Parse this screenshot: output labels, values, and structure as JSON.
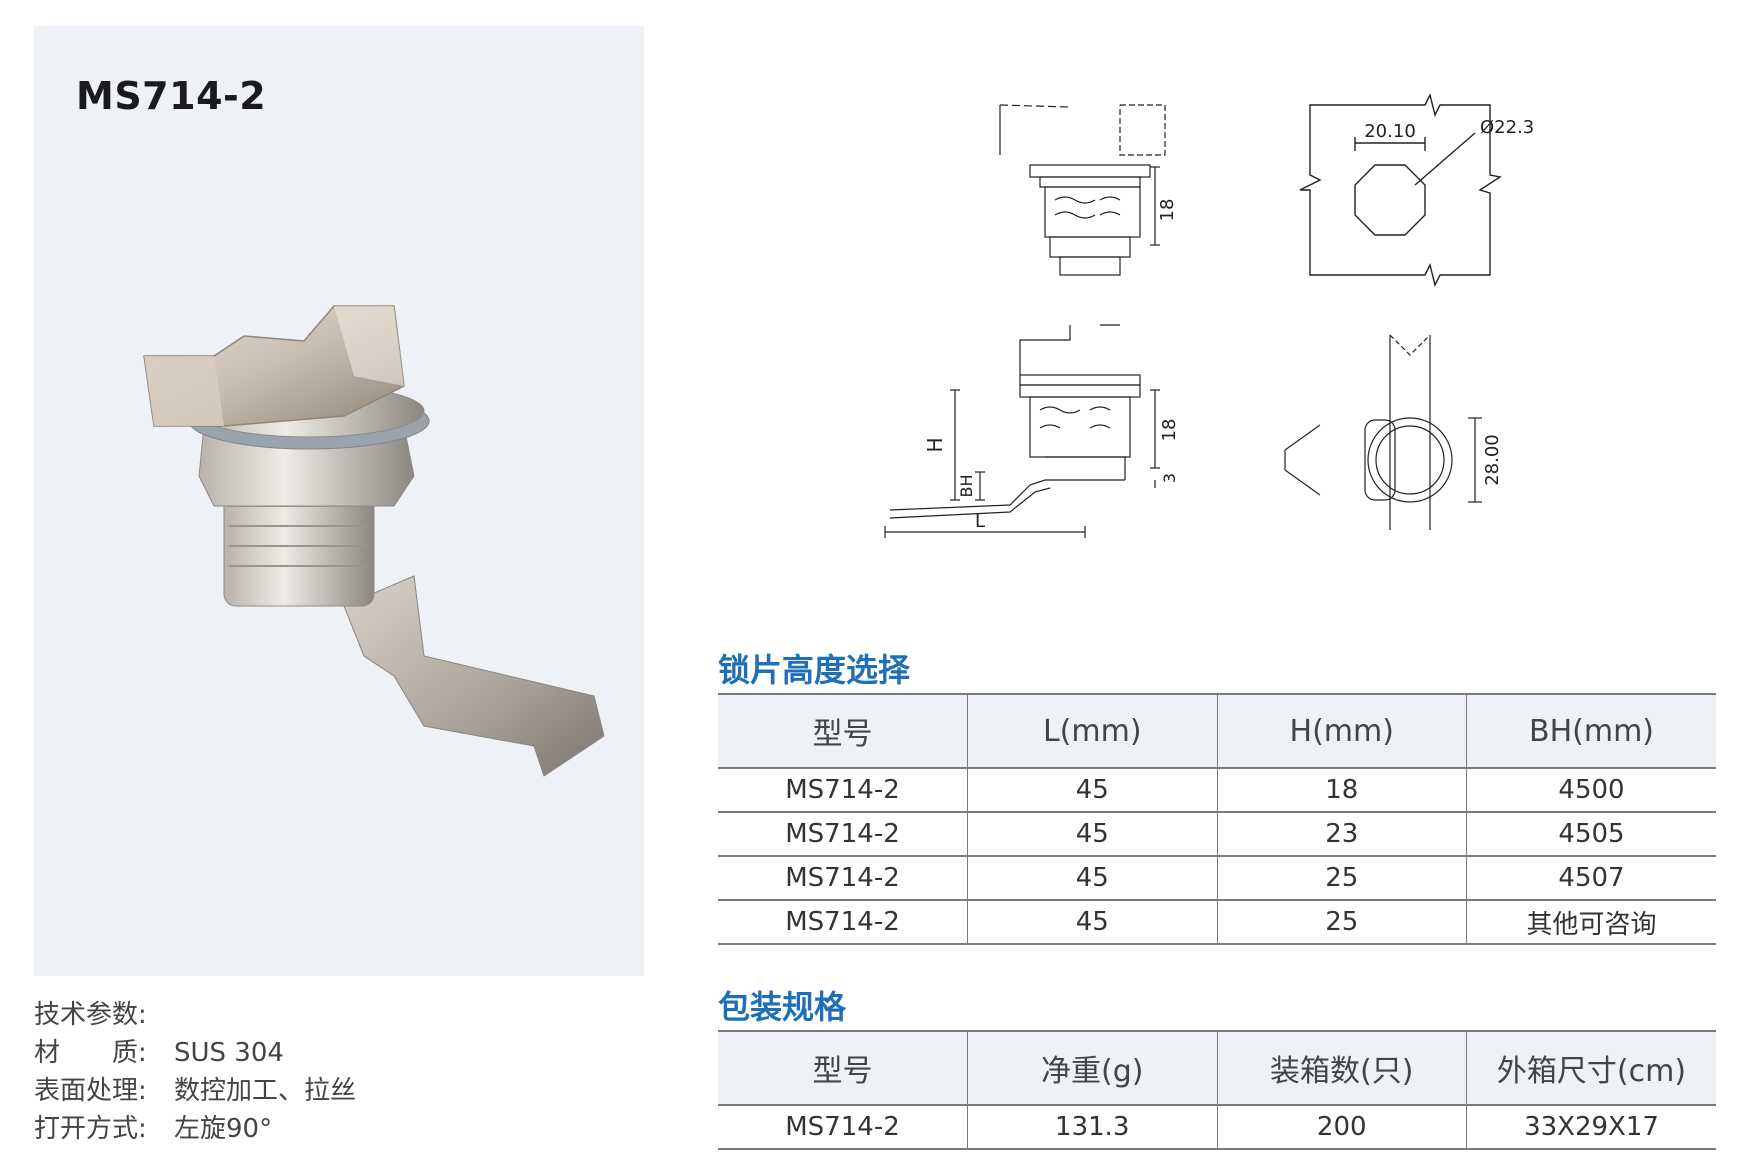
{
  "product": {
    "model": "MS714-2"
  },
  "specs": {
    "heading": "技术参数:",
    "items": [
      {
        "label": "材　　质:",
        "value": "SUS 304"
      },
      {
        "label": "表面处理:",
        "value": "数控加工、拉丝"
      },
      {
        "label": "打开方式:",
        "value": "左旋90°"
      }
    ]
  },
  "drawings": {
    "top_left": {
      "dim_height": "18"
    },
    "top_right": {
      "dim_width": "20.10",
      "dim_diameter": "Ø22.3"
    },
    "bottom_left": {
      "dim_h": "H",
      "dim_bh": "BH",
      "dim_l": "L",
      "dim_18": "18",
      "dim_3": "3"
    },
    "bottom_right": {
      "dim_height": "28.00"
    }
  },
  "cam_table": {
    "title": "锁片高度选择",
    "headers": [
      "型号",
      "L(mm)",
      "H(mm)",
      "BH(mm)"
    ],
    "rows": [
      [
        "MS714-2",
        "45",
        "18",
        "4500"
      ],
      [
        "MS714-2",
        "45",
        "23",
        "4505"
      ],
      [
        "MS714-2",
        "45",
        "25",
        "4507"
      ],
      [
        "MS714-2",
        "45",
        "25",
        "其他可咨询"
      ]
    ]
  },
  "pack_table": {
    "title": "包装规格",
    "headers": [
      "型号",
      "净重(g)",
      "装箱数(只)",
      "外箱尺寸(cm)"
    ],
    "rows": [
      [
        "MS714-2",
        "131.3",
        "200",
        "33X29X17"
      ]
    ]
  }
}
